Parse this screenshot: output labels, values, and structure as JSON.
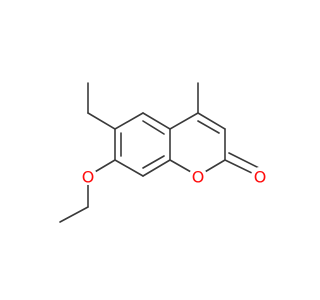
{
  "structure": {
    "atoms": [
      {
        "id": "O_ring",
        "label": "O",
        "color": "#ff0d0d"
      },
      {
        "id": "O_carbonyl",
        "label": "O",
        "color": "#ff0d0d"
      },
      {
        "id": "O_ether",
        "label": "O",
        "color": "#ff0d0d"
      }
    ],
    "bond_color": "#3a3a3a"
  }
}
